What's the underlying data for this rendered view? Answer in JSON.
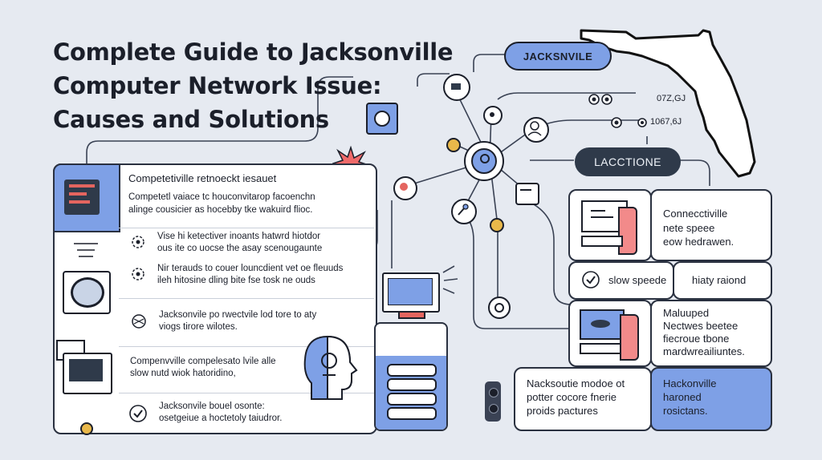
{
  "title": {
    "line1": "Complete Guide to Jacksonville",
    "line2": "Computer Network Issue:",
    "line3": "Causes and Solutions"
  },
  "pills": {
    "jacksonville": "JACKSNVILE",
    "lacctione": "LACCTIONE"
  },
  "controls": {
    "value1": "07Z,GJ",
    "value2": "1067,6J"
  },
  "left_panel": {
    "header": "Competetiville retnoeckt iesauet",
    "desc_line1": "Competetl vaiace tc houconvitarop facoenchn",
    "desc_line2": "alinge cousicier as hocebby tke wakuird flioc.",
    "items": [
      {
        "line1": "Vise hi ketectiver inoants hatwrd hiotdor",
        "line2": "ous ite co uocse the asay scenougaunte"
      },
      {
        "line1": "Nir terauds to couer louncdient vet oe fleuuds",
        "line2": "ileh hitosine dling bite fse tosk ne ouds"
      },
      {
        "line1": "Jacksonvile po rwectvile lod tore to aty",
        "line2": "viogs tirore wilotes."
      },
      {
        "line1": "Compenvville compelesato lvile alle",
        "line2": "slow nutd wiok hatoridino,"
      },
      {
        "line1": "Jacksonvile bouel osonte:",
        "line2": "osetgeiue a hoctetoly taiudror."
      }
    ]
  },
  "right_panel": {
    "card1_lines": [
      "Connecctiville",
      "nete speee",
      "eow hedrawen."
    ],
    "slow_label": "slow speede",
    "haty_label": "hiaty raiond",
    "card3_lines": [
      "Maluuped",
      "Nectwes beetee",
      "fiecroue tbone",
      "mardwreailiuntes."
    ],
    "card4_lines": [
      "Nacksoutie modoe ot",
      "potter cocore fnerie",
      "proids pactures"
    ],
    "card5_lines": [
      "Hackonville",
      "haroned",
      "rosictans."
    ]
  }
}
